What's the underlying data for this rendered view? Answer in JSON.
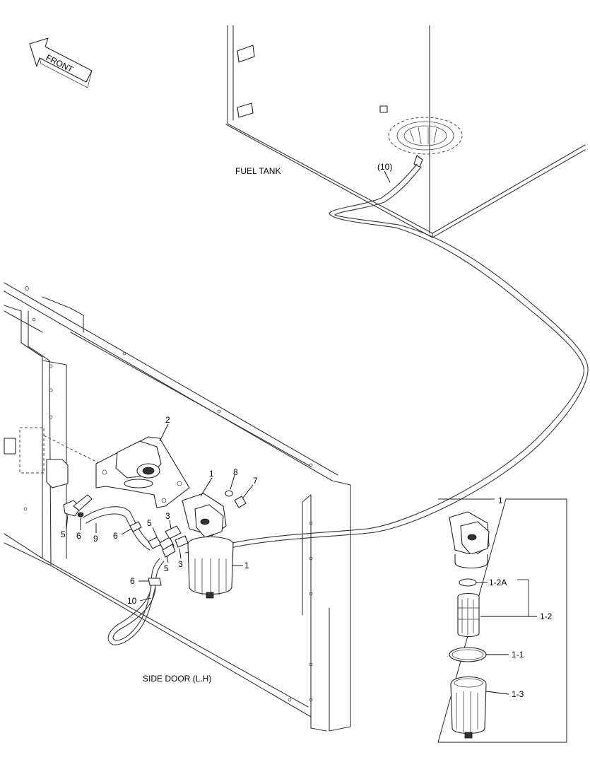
{
  "direction_label": "FRONT",
  "captions": {
    "fuel_tank": "FUEL TANK",
    "side_door": "SIDE DOOR (L.H)"
  },
  "callouts": {
    "tank_hose": "(10)",
    "bracket": "2",
    "filter_head": "1",
    "washer": "8",
    "bolt": "7",
    "filter_body": "1",
    "elbow_left": "5",
    "clamp_left": "6",
    "hose_9": "9",
    "clamp_mid": "6",
    "fitting_5_upper": "5",
    "fitting_3_upper": "3",
    "fitting_5_lower": "5",
    "fitting_3_lower": "3",
    "clamp_lower": "6",
    "hose_10": "10"
  },
  "detail": {
    "title": "1",
    "parts": [
      "1-2A",
      "1-2",
      "1-1",
      "1-3"
    ]
  }
}
